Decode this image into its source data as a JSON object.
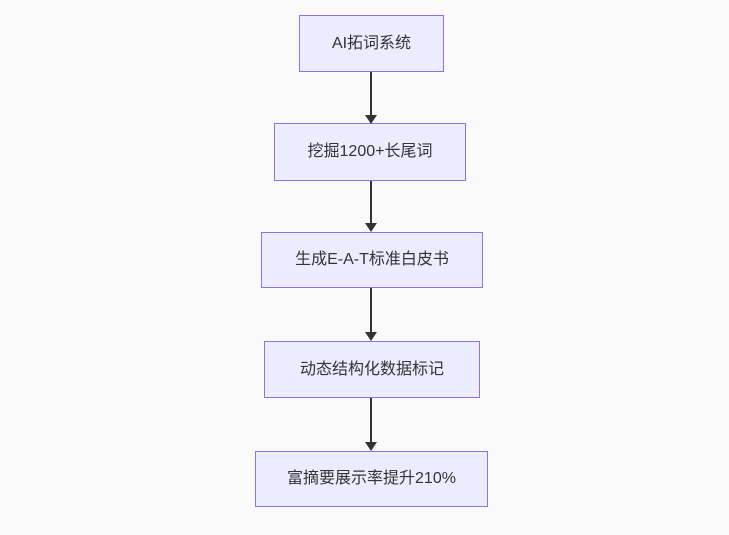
{
  "diagram": {
    "type": "flowchart-top-down",
    "colors": {
      "background": "#fafafa",
      "node_fill": "#ececff",
      "node_border": "#9370db",
      "node_text": "#333333",
      "edge": "#333333"
    },
    "nodes": [
      {
        "label": "AI拓词系统"
      },
      {
        "label": "挖掘1200+长尾词"
      },
      {
        "label": "生成E-A-T标准白皮书"
      },
      {
        "label": "动态结构化数据标记"
      },
      {
        "label": "富摘要展示率提升210%"
      }
    ],
    "edges": [
      {
        "from": 0,
        "to": 1
      },
      {
        "from": 1,
        "to": 2
      },
      {
        "from": 2,
        "to": 3
      },
      {
        "from": 3,
        "to": 4
      }
    ]
  }
}
